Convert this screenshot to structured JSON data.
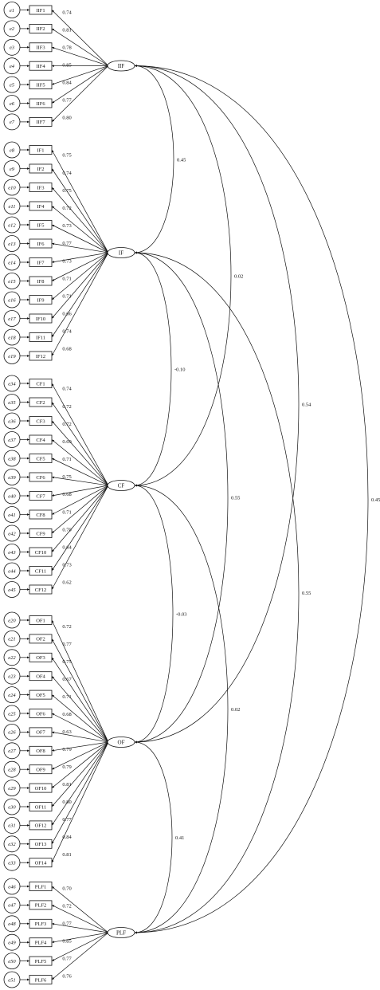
{
  "factors": [
    {
      "name": "IIF",
      "indicators": [
        {
          "error": "e1",
          "label": "IIF1",
          "loading": "0.74"
        },
        {
          "error": "e2",
          "label": "IIF2",
          "loading": "0.81"
        },
        {
          "error": "e3",
          "label": "IIF3",
          "loading": "0.78"
        },
        {
          "error": "e4",
          "label": "IIF4",
          "loading": "0.85"
        },
        {
          "error": "e5",
          "label": "IIF5",
          "loading": "0.84"
        },
        {
          "error": "e6",
          "label": "IIF6",
          "loading": "0.77"
        },
        {
          "error": "e7",
          "label": "IIF7",
          "loading": "0.80"
        }
      ]
    },
    {
      "name": "IF",
      "indicators": [
        {
          "error": "e8",
          "label": "IF1",
          "loading": "0.75"
        },
        {
          "error": "e9",
          "label": "IF2",
          "loading": "0.74"
        },
        {
          "error": "e10",
          "label": "IF3",
          "loading": "0.75"
        },
        {
          "error": "e11",
          "label": "IF4",
          "loading": "0.72"
        },
        {
          "error": "e12",
          "label": "IF5",
          "loading": "0.73"
        },
        {
          "error": "e13",
          "label": "IF6",
          "loading": "0.77"
        },
        {
          "error": "e14",
          "label": "IF7",
          "loading": "0.73"
        },
        {
          "error": "e15",
          "label": "IF8",
          "loading": "0.71"
        },
        {
          "error": "e16",
          "label": "IF9",
          "loading": "0.71"
        },
        {
          "error": "e17",
          "label": "IF10",
          "loading": "0.66"
        },
        {
          "error": "e18",
          "label": "IF11",
          "loading": "0.74"
        },
        {
          "error": "e19",
          "label": "IF12",
          "loading": "0.68"
        }
      ]
    },
    {
      "name": "CF",
      "indicators": [
        {
          "error": "e34",
          "label": "CF1",
          "loading": "0.74"
        },
        {
          "error": "e35",
          "label": "CF2",
          "loading": "0.72"
        },
        {
          "error": "e36",
          "label": "CF3",
          "loading": "0.72"
        },
        {
          "error": "e37",
          "label": "CF4",
          "loading": "0.69"
        },
        {
          "error": "e38",
          "label": "CF5",
          "loading": "0.71"
        },
        {
          "error": "e39",
          "label": "CF6",
          "loading": "0.75"
        },
        {
          "error": "e40",
          "label": "CF7",
          "loading": "0.68"
        },
        {
          "error": "e41",
          "label": "CF8",
          "loading": "0.71"
        },
        {
          "error": "e42",
          "label": "CF9",
          "loading": "0.70"
        },
        {
          "error": "e43",
          "label": "CF10",
          "loading": "0.64"
        },
        {
          "error": "e44",
          "label": "CF11",
          "loading": "0.73"
        },
        {
          "error": "e45",
          "label": "CF12",
          "loading": "0.62"
        }
      ]
    },
    {
      "name": "OF",
      "indicators": [
        {
          "error": "e20",
          "label": "OF1",
          "loading": "0.72"
        },
        {
          "error": "e21",
          "label": "OF2",
          "loading": "0.77"
        },
        {
          "error": "e22",
          "label": "OF3",
          "loading": "0.75"
        },
        {
          "error": "e23",
          "label": "OF4",
          "loading": "0.67"
        },
        {
          "error": "e24",
          "label": "OF5",
          "loading": "0.71"
        },
        {
          "error": "e25",
          "label": "OF6",
          "loading": "0.68"
        },
        {
          "error": "e26",
          "label": "OF7",
          "loading": "0.63"
        },
        {
          "error": "e27",
          "label": "OF8",
          "loading": "0.79"
        },
        {
          "error": "e28",
          "label": "OF9",
          "loading": "0.79"
        },
        {
          "error": "e29",
          "label": "OF10",
          "loading": "0.81"
        },
        {
          "error": "e30",
          "label": "OF11",
          "loading": "0.80"
        },
        {
          "error": "e31",
          "label": "OF12",
          "loading": "0.77"
        },
        {
          "error": "e32",
          "label": "OF13",
          "loading": "0.84"
        },
        {
          "error": "e33",
          "label": "OF14",
          "loading": "0.81"
        }
      ]
    },
    {
      "name": "PLF",
      "indicators": [
        {
          "error": "e46",
          "label": "PLF1",
          "loading": "0.70"
        },
        {
          "error": "e47",
          "label": "PLF2",
          "loading": "0.72"
        },
        {
          "error": "e48",
          "label": "PLF3",
          "loading": "0.77"
        },
        {
          "error": "e49",
          "label": "PLF4",
          "loading": "0.85"
        },
        {
          "error": "e50",
          "label": "PLF5",
          "loading": "0.77"
        },
        {
          "error": "e51",
          "label": "PLF6",
          "loading": "0.76"
        }
      ]
    }
  ],
  "correlations": [
    {
      "from": "IIF",
      "to": "IF",
      "value": "0.45"
    },
    {
      "from": "IIF",
      "to": "CF",
      "value": "0.02"
    },
    {
      "from": "IIF",
      "to": "OF",
      "value": "0.54"
    },
    {
      "from": "IIF",
      "to": "PLF",
      "value": "0.45"
    },
    {
      "from": "IF",
      "to": "CF",
      "value": "-0.10"
    },
    {
      "from": "IF",
      "to": "OF",
      "value": "0.55"
    },
    {
      "from": "IF",
      "to": "PLF",
      "value": "0.55"
    },
    {
      "from": "CF",
      "to": "OF",
      "value": "-0.03"
    },
    {
      "from": "CF",
      "to": "PLF",
      "value": "0.02"
    },
    {
      "from": "OF",
      "to": "PLF",
      "value": "0.41"
    }
  ]
}
